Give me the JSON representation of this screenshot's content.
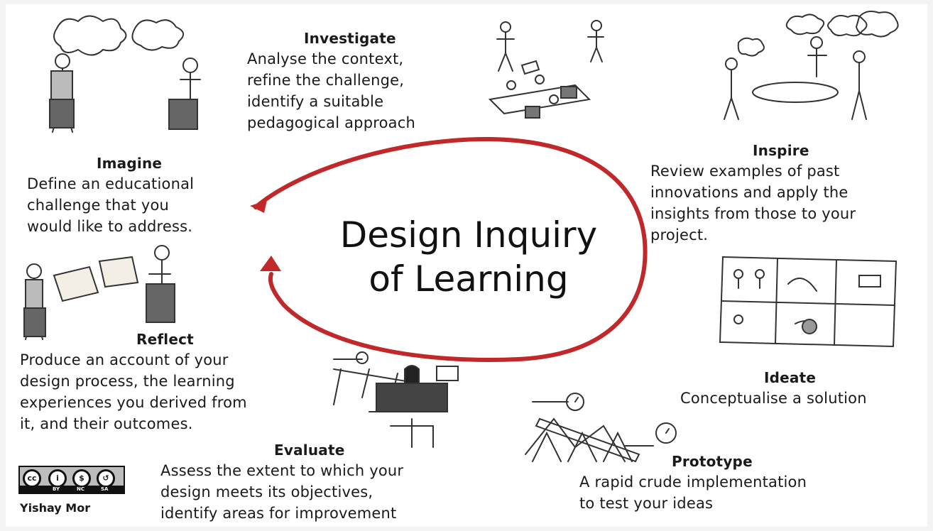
{
  "title": {
    "line1": "Design Inquiry",
    "line2": "of Learning"
  },
  "stages": {
    "investigate": {
      "heading": "Investigate",
      "lines": [
        "Analyse the context,",
        "refine the challenge,",
        "identify a suitable",
        "pedagogical approach"
      ]
    },
    "inspire": {
      "heading": "Inspire",
      "lines": [
        "Review examples of past",
        "innovations and apply the",
        "insights from those to your",
        "project."
      ]
    },
    "imagine": {
      "heading": "Imagine",
      "lines": [
        "Define an educational",
        "challenge that you",
        "would like to address."
      ]
    },
    "reflect": {
      "heading": "Reflect",
      "lines": [
        "Produce an account of your",
        "design process, the learning",
        "experiences you derived from",
        "it, and their outcomes."
      ]
    },
    "ideate": {
      "heading": "Ideate",
      "lines": [
        "Conceptualise a solution"
      ]
    },
    "evaluate": {
      "heading": "Evaluate",
      "lines": [
        "Assess the extent to which your",
        "design meets its objectives,",
        "identify areas for improvement"
      ]
    },
    "prototype": {
      "heading": "Prototype",
      "lines": [
        "A rapid crude implementation",
        "to test your ideas"
      ]
    }
  },
  "license": {
    "symbols": [
      "cc",
      "i",
      "$",
      "↺"
    ],
    "labels": [
      "BY",
      "NC",
      "SA"
    ],
    "author": "Yishay Mor"
  },
  "colors": {
    "arrow": "#c0282a",
    "ink": "#1a1a1a",
    "background": "#ffffff"
  },
  "icons": [
    "cycle-arrow-icon",
    "illustration-imagine",
    "illustration-investigate",
    "illustration-inspire",
    "illustration-ideate-storyboard",
    "illustration-reflect",
    "illustration-evaluate",
    "illustration-prototype",
    "cc-license-icon"
  ]
}
